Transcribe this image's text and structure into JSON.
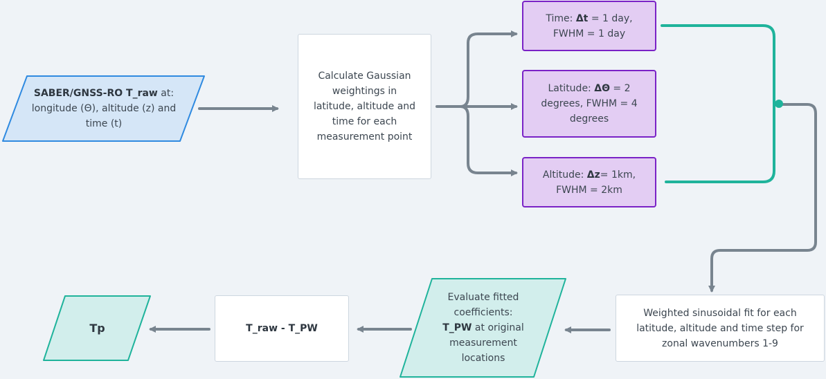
{
  "diagram": {
    "nodes": {
      "input": {
        "bold": "SABER/GNSS-RO T_raw",
        "rest_line1": " at:",
        "line2": "longitude (Θ), altitude (z) and",
        "line3": "time (t)"
      },
      "gaussian": {
        "line1": "Calculate Gaussian",
        "line2": "weightings in",
        "line3": "latitude, altitude and",
        "line4": "time for each",
        "line5": "measurement point"
      },
      "time": {
        "prefix": "Time: ",
        "symbol": "Δt",
        "suffix": " = 1 day,",
        "line2": "FWHM = 1 day"
      },
      "latitude": {
        "prefix": "Latitude: ",
        "symbol": "ΔΘ",
        "suffix": " = 2",
        "line2": "degrees, FWHM = 4",
        "line3": "degrees"
      },
      "altitude": {
        "prefix": "Altitude: ",
        "symbol": "Δz",
        "suffix": "=  1km,",
        "line2": "FWHM = 2km"
      },
      "fit": {
        "line1": "Weighted sinusoidal fit for each",
        "line2": "latitude, altitude and time step for",
        "line3": "zonal wavenumbers 1-9"
      },
      "evaluate": {
        "line1": "Evaluate fitted",
        "line2": "coefficients:",
        "bold": "T_PW",
        "rest_line3": " at original",
        "line4": "measurement",
        "line5": "locations"
      },
      "subtract": {
        "label": "T_raw - T_PW"
      },
      "output": {
        "label": "Tp"
      }
    },
    "colors": {
      "arrow_gray": "#78848f",
      "merge_teal": "#1fb39b",
      "input_fill": "#d5e6f7",
      "input_border": "#2f8ae0",
      "param_fill": "#e3cdf3",
      "param_border": "#7a22c6",
      "result_fill": "#d2eeec",
      "result_border": "#1fb39b"
    }
  }
}
